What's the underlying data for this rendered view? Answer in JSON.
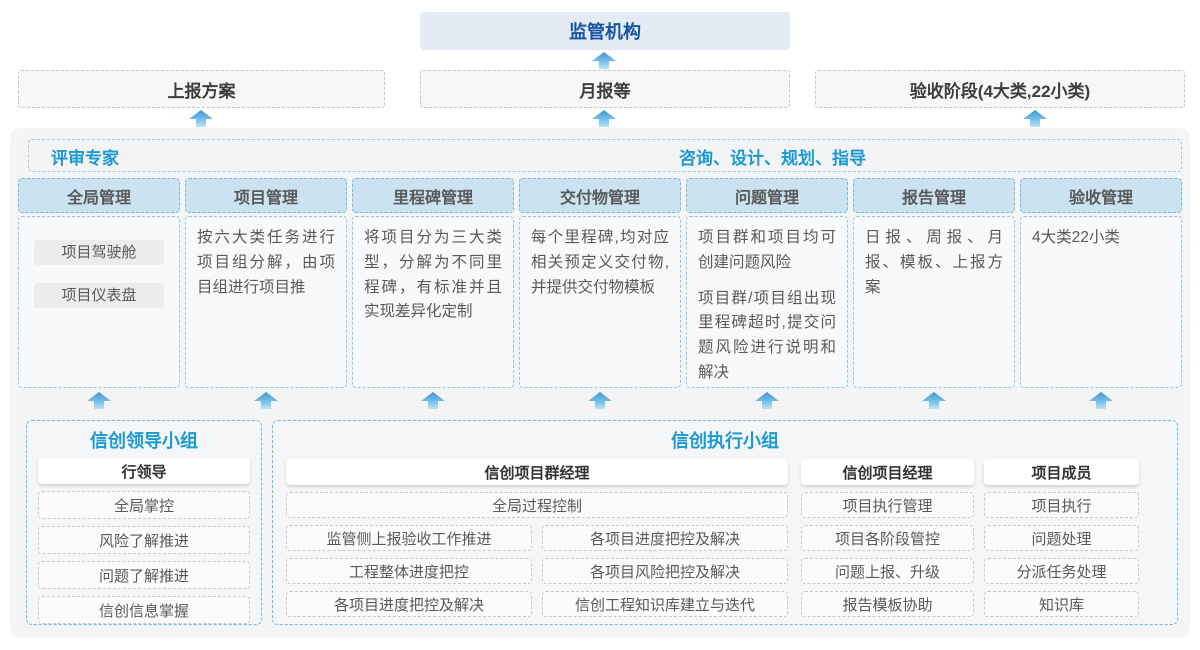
{
  "colors": {
    "accent_blue": "#1b9ad2",
    "dark_blue": "#15559f",
    "header_chip_bg": "#cbe3f1",
    "panel_bg": "#f4f4f5",
    "arrow_blue": "#3f96ce"
  },
  "top": {
    "regulator": "监管机构",
    "report_plan": "上报方案",
    "monthly_report": "月报等",
    "acceptance_stage": "验收阶段(4大类,22小类)"
  },
  "band": {
    "left": "评审专家",
    "right": "咨询、设计、规划、指导"
  },
  "columns": [
    {
      "header": "全局管理",
      "chips": [
        "项目驾驶舱",
        "项目仪表盘"
      ]
    },
    {
      "header": "项目管理",
      "body": "按六大类任务进行项目组分解，由项目组进行项目推"
    },
    {
      "header": "里程碑管理",
      "body": "将项目分为三大类型，分解为不同里程碑，有标准并且实现差异化定制"
    },
    {
      "header": "交付物管理",
      "body": "每个里程碑,均对应相关预定义交付物,并提供交付物模板"
    },
    {
      "header": "问题管理",
      "paragraphs": [
        "项目群和项目均可创建问题风险",
        "项目群/项目组出现里程碑超时,提交问题风险进行说明和解决"
      ]
    },
    {
      "header": "报告管理",
      "body": "日报、周报、月报、模板、上报方案"
    },
    {
      "header": "验收管理",
      "body": "4大类22小类"
    }
  ],
  "groups": {
    "leader": {
      "title": "信创领导小组",
      "role": "行领导",
      "items": [
        "全局掌控",
        "风险了解推进",
        "问题了解推进",
        "信创信息掌握"
      ]
    },
    "executor": {
      "title": "信创执行小组",
      "program_manager": {
        "role": "信创项目群经理",
        "full_width_item": "全局过程控制",
        "left_items": [
          "监管侧上报验收工作推进",
          "工程整体进度把控",
          "各项目进度把控及解决"
        ],
        "right_items": [
          "各项目进度把控及解决",
          "各项目风险把控及解决",
          "信创工程知识库建立与迭代"
        ]
      },
      "project_manager": {
        "role": "信创项目经理",
        "items": [
          "项目执行管理",
          "项目各阶段管控",
          "问题上报、升级",
          "报告模板协助"
        ]
      },
      "member": {
        "role": "项目成员",
        "items": [
          "项目执行",
          "问题处理",
          "分派任务处理",
          "知识库"
        ]
      }
    }
  }
}
